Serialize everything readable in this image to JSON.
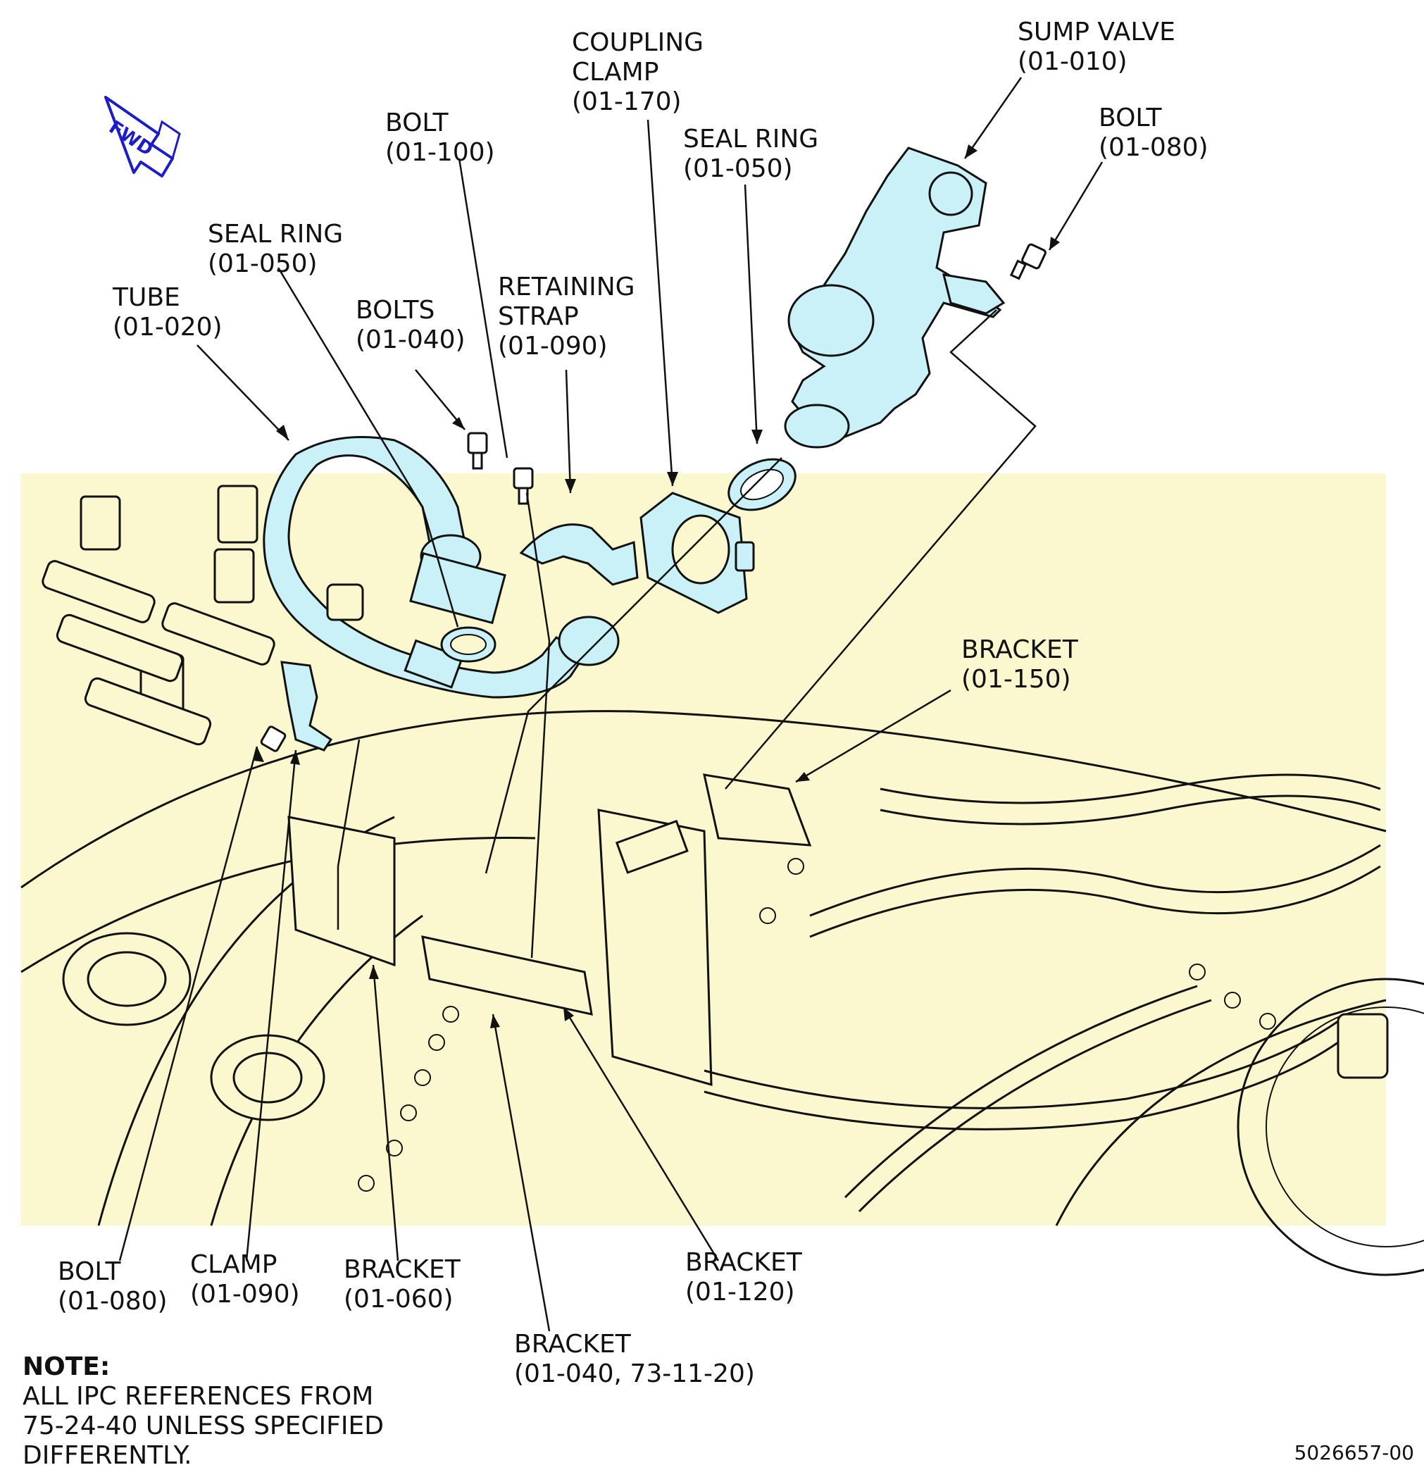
{
  "fwd_label": "FWD",
  "callouts": {
    "sump_valve": {
      "name": "SUMP VALVE",
      "ref": "(01-010)"
    },
    "bolt_top_right": {
      "name": "BOLT",
      "ref": "(01-080)"
    },
    "coupling_clamp": {
      "line1": "COUPLING",
      "line2": "CLAMP",
      "ref": "(01-170)"
    },
    "seal_ring_right": {
      "name": "SEAL RING",
      "ref": "(01-050)"
    },
    "bolt_top": {
      "name": "BOLT",
      "ref": "(01-100)"
    },
    "retaining_strap": {
      "line1": "RETAINING",
      "line2": "STRAP",
      "ref": "(01-090)"
    },
    "seal_ring_left": {
      "name": "SEAL RING",
      "ref": "(01-050)"
    },
    "tube": {
      "name": "TUBE",
      "ref": "(01-020)"
    },
    "bolts": {
      "name": "BOLTS",
      "ref": "(01-040)"
    },
    "bracket_150": {
      "name": "BRACKET",
      "ref": "(01-150)"
    },
    "bolt_bottom": {
      "name": "BOLT",
      "ref": "(01-080)"
    },
    "clamp_bottom": {
      "name": "CLAMP",
      "ref": "(01-090)"
    },
    "bracket_060": {
      "name": "BRACKET",
      "ref": "(01-060)"
    },
    "bracket_120": {
      "name": "BRACKET",
      "ref": "(01-120)"
    },
    "bracket_040": {
      "name": "BRACKET",
      "ref": "(01-040, 73-11-20)"
    }
  },
  "note": {
    "heading": "NOTE:",
    "lines": [
      "ALL IPC REFERENCES FROM",
      "75-24-40 UNLESS SPECIFIED",
      "DIFFERENTLY."
    ]
  },
  "figure_number": "5026657-00",
  "colors": {
    "engine_fill": "#fbf8cf",
    "part_fill": "#c9f1f7",
    "line": "#111111",
    "fwd_arrow": "#1c1cc8"
  }
}
